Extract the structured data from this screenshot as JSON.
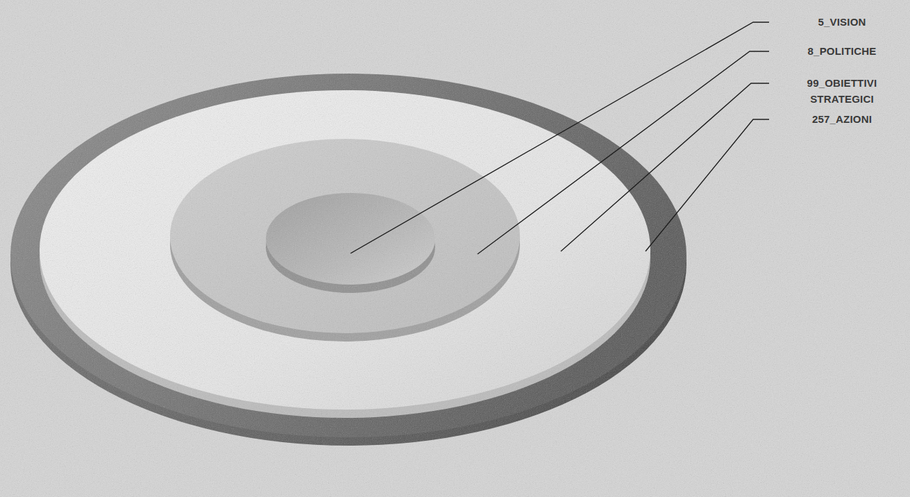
{
  "diagram": {
    "labels": [
      "5_VISION",
      "8_POLITICHE",
      "99_OBIETTIVI STRATEGICI",
      "257_AZIONI"
    ]
  }
}
